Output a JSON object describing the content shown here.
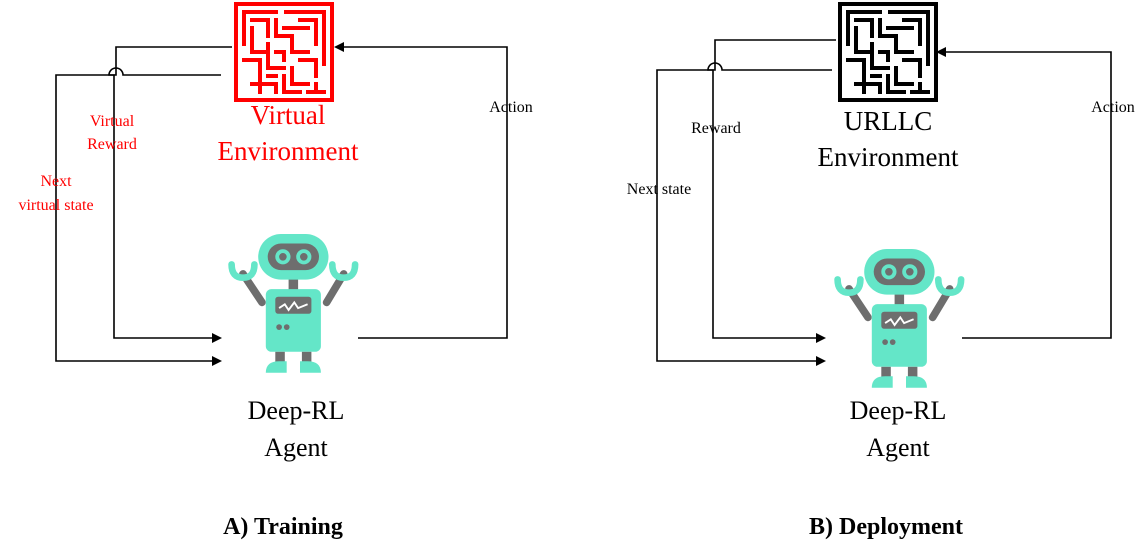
{
  "training": {
    "env_line1": "Virtual",
    "env_line2": "Environment",
    "reward_line1": "Virtual",
    "reward_line2": "Reward",
    "next_state_line1": "Next",
    "next_state_line2": "virtual state",
    "action": "Action",
    "agent_line1": "Deep-RL",
    "agent_line2": "Agent",
    "caption": "A) Training"
  },
  "deployment": {
    "env_line1": "URLLC",
    "env_line2": "Environment",
    "reward": "Reward",
    "next_state": "Next state",
    "action": "Action",
    "agent_line1": "Deep-RL",
    "agent_line2": "Agent",
    "caption": "B) Deployment"
  },
  "colors": {
    "virtual": "#ff0000",
    "urllc": "#000000",
    "robot_body": "#64e6c8",
    "robot_arm": "#6e6e6e"
  },
  "icons": [
    "maze-icon",
    "robot-icon",
    "arrow-head-icon"
  ]
}
